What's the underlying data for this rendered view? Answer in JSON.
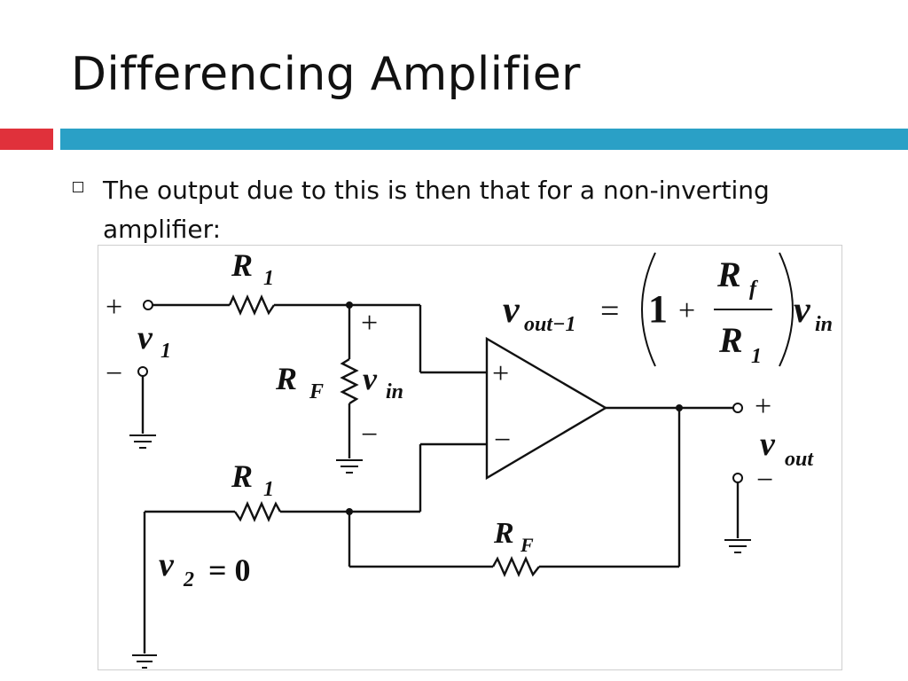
{
  "slide": {
    "title": "Differencing Amplifier",
    "bullet_text": "The output due to this is then that for a non-inverting amplifier:"
  },
  "colors": {
    "accent_red": "#e0313b",
    "accent_blue": "#2aa0c6"
  },
  "circuit": {
    "labels": {
      "r1_top": "R",
      "r1_top_sub": "1",
      "r1_bottom": "R",
      "r1_bottom_sub": "1",
      "rf_shunt": "R",
      "rf_shunt_sub": "F",
      "rf_feedback": "R",
      "rf_feedback_sub": "F",
      "v1": "v",
      "v1_sub": "1",
      "v2": "v",
      "v2_sub": "2",
      "v2_value": "= 0",
      "vin": "v",
      "vin_sub": "in",
      "vout": "v",
      "vout_sub": "out",
      "plus": "+",
      "minus": "−"
    },
    "equation": {
      "lhs": "v",
      "lhs_sub": "out−1",
      "equals": "=",
      "one": "1",
      "plus": "+",
      "num": "R",
      "num_sub": "f",
      "den": "R",
      "den_sub": "1",
      "rhs": "v",
      "rhs_sub": "in"
    }
  }
}
